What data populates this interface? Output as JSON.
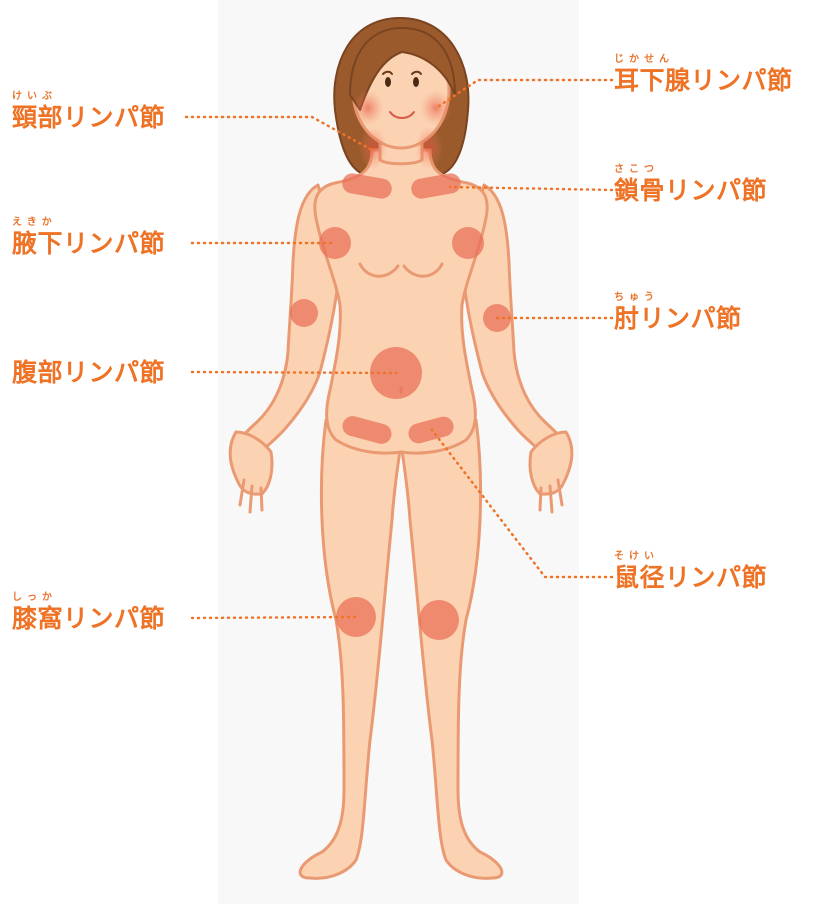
{
  "colors": {
    "accent": "#ee7326",
    "skin": "#fbd3b3",
    "outline": "#ea9a72",
    "node": "#ea6e55",
    "panel": "#f8f8f9"
  },
  "labels": {
    "neck": {
      "ruby": "けいぶ",
      "name": "頸部リンパ節"
    },
    "parotid": {
      "ruby": "じかせん",
      "name": "耳下腺リンパ節"
    },
    "clavicle": {
      "ruby": "さこつ",
      "name": "鎖骨リンパ節"
    },
    "axilla": {
      "ruby": "えきか",
      "name": "腋下リンパ節"
    },
    "elbow": {
      "ruby": "ちゅう",
      "name": "肘リンパ節"
    },
    "abdomen": {
      "ruby": "",
      "name": "腹部リンパ節"
    },
    "groin": {
      "ruby": "そけい",
      "name": "鼠径リンパ節"
    },
    "knee": {
      "ruby": "しっか",
      "name": "膝窩リンパ節"
    }
  }
}
